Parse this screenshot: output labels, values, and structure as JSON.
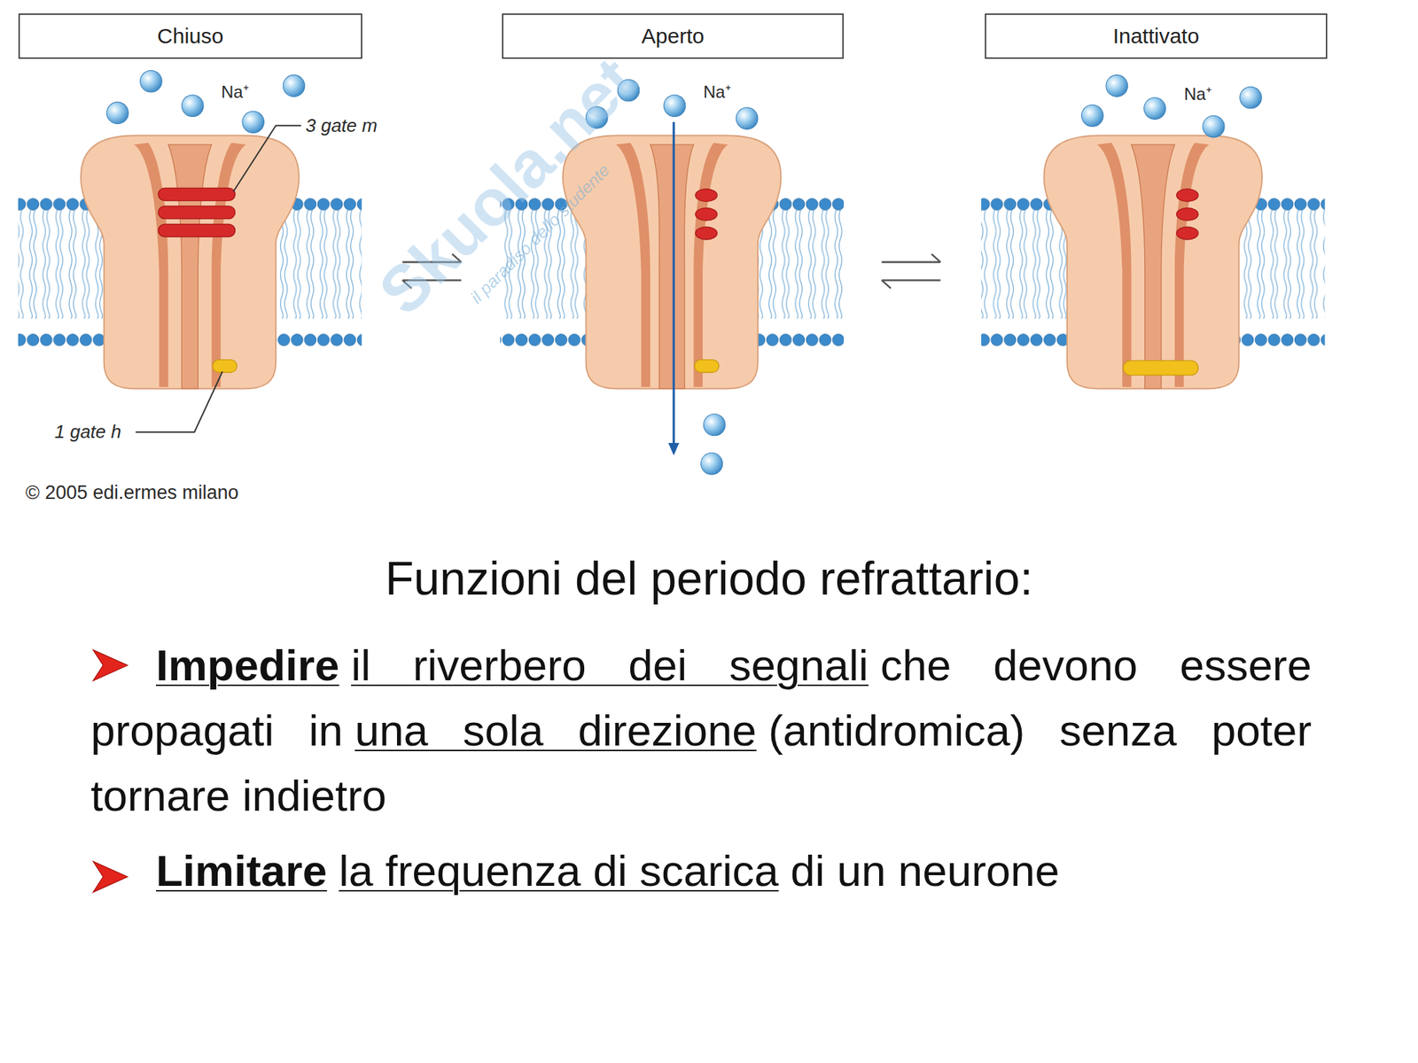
{
  "diagram": {
    "title": "Funzioni del periodo refrattario:",
    "nodes": [
      {
        "text": [
          "Chiuso"
        ]
      },
      {
        "text": [
          "Aperto"
        ]
      },
      {
        "text": [
          "Inattivato"
        ]
      }
    ],
    "labels": [
      "Na⁺",
      "3 gate m",
      "1 gate h",
      "Na⁺",
      "Na⁺",
      "© 2005 edi.ermes milano",
      "Skuola.net",
      "il paradiso dello studente",
      "Impedire",
      "il riverbero dei segnali",
      "che devono essere propagati in",
      "una sola direzione",
      "(antidromica) senza poter tornare indietro",
      "Limitare",
      "la frequenza di scarica",
      "di un neurone"
    ]
  }
}
